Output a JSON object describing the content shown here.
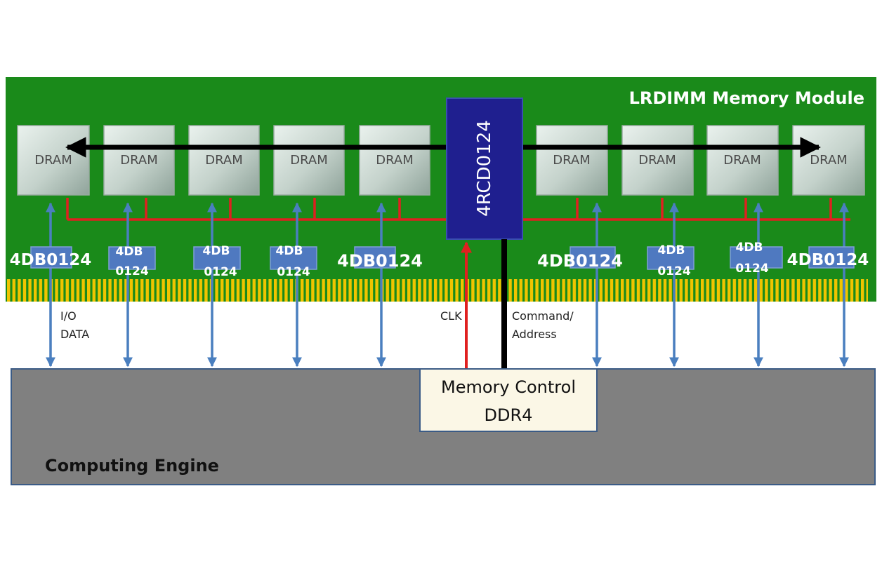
{
  "module": {
    "title": "LRDIMM Memory Module",
    "board_color": "#1a8a1a",
    "edge_connector_color": "#f0c400",
    "trace_color": "#e02020"
  },
  "dram_chips": [
    {
      "label": "DRAM"
    },
    {
      "label": "DRAM"
    },
    {
      "label": "DRAM"
    },
    {
      "label": "DRAM"
    },
    {
      "label": "DRAM"
    },
    {
      "label": "DRAM"
    },
    {
      "label": "DRAM"
    },
    {
      "label": "DRAM"
    },
    {
      "label": "DRAM"
    }
  ],
  "register_chip": {
    "label": "4RCD0124",
    "color": "#1f1f8f"
  },
  "data_buffers": [
    {
      "line1": "4DB0124",
      "line2": ""
    },
    {
      "line1": "4DB",
      "line2": "0124"
    },
    {
      "line1": "4DB",
      "line2": "0124"
    },
    {
      "line1": "4DB",
      "line2": "0124"
    },
    {
      "line1": "4DB0124",
      "line2": ""
    },
    {
      "line1": "4DB0124",
      "line2": ""
    },
    {
      "line1": "4DB",
      "line2": "0124"
    },
    {
      "line1": "4DB",
      "line2": "0124"
    },
    {
      "line1": "4DB0124",
      "line2": ""
    }
  ],
  "signals": {
    "io_label_line1": "I/O",
    "io_label_line2": "DATA",
    "clk_label": "CLK",
    "cmd_label_line1": "Command/",
    "cmd_label_line2": "Address",
    "data_arrow_color": "#4a7fbf",
    "clk_color": "#e02020",
    "cmd_color": "#000000"
  },
  "memory_controller": {
    "line1": "Memory Control",
    "line2": "DDR4"
  },
  "computing_engine": {
    "label": "Computing Engine",
    "color": "#808080"
  }
}
